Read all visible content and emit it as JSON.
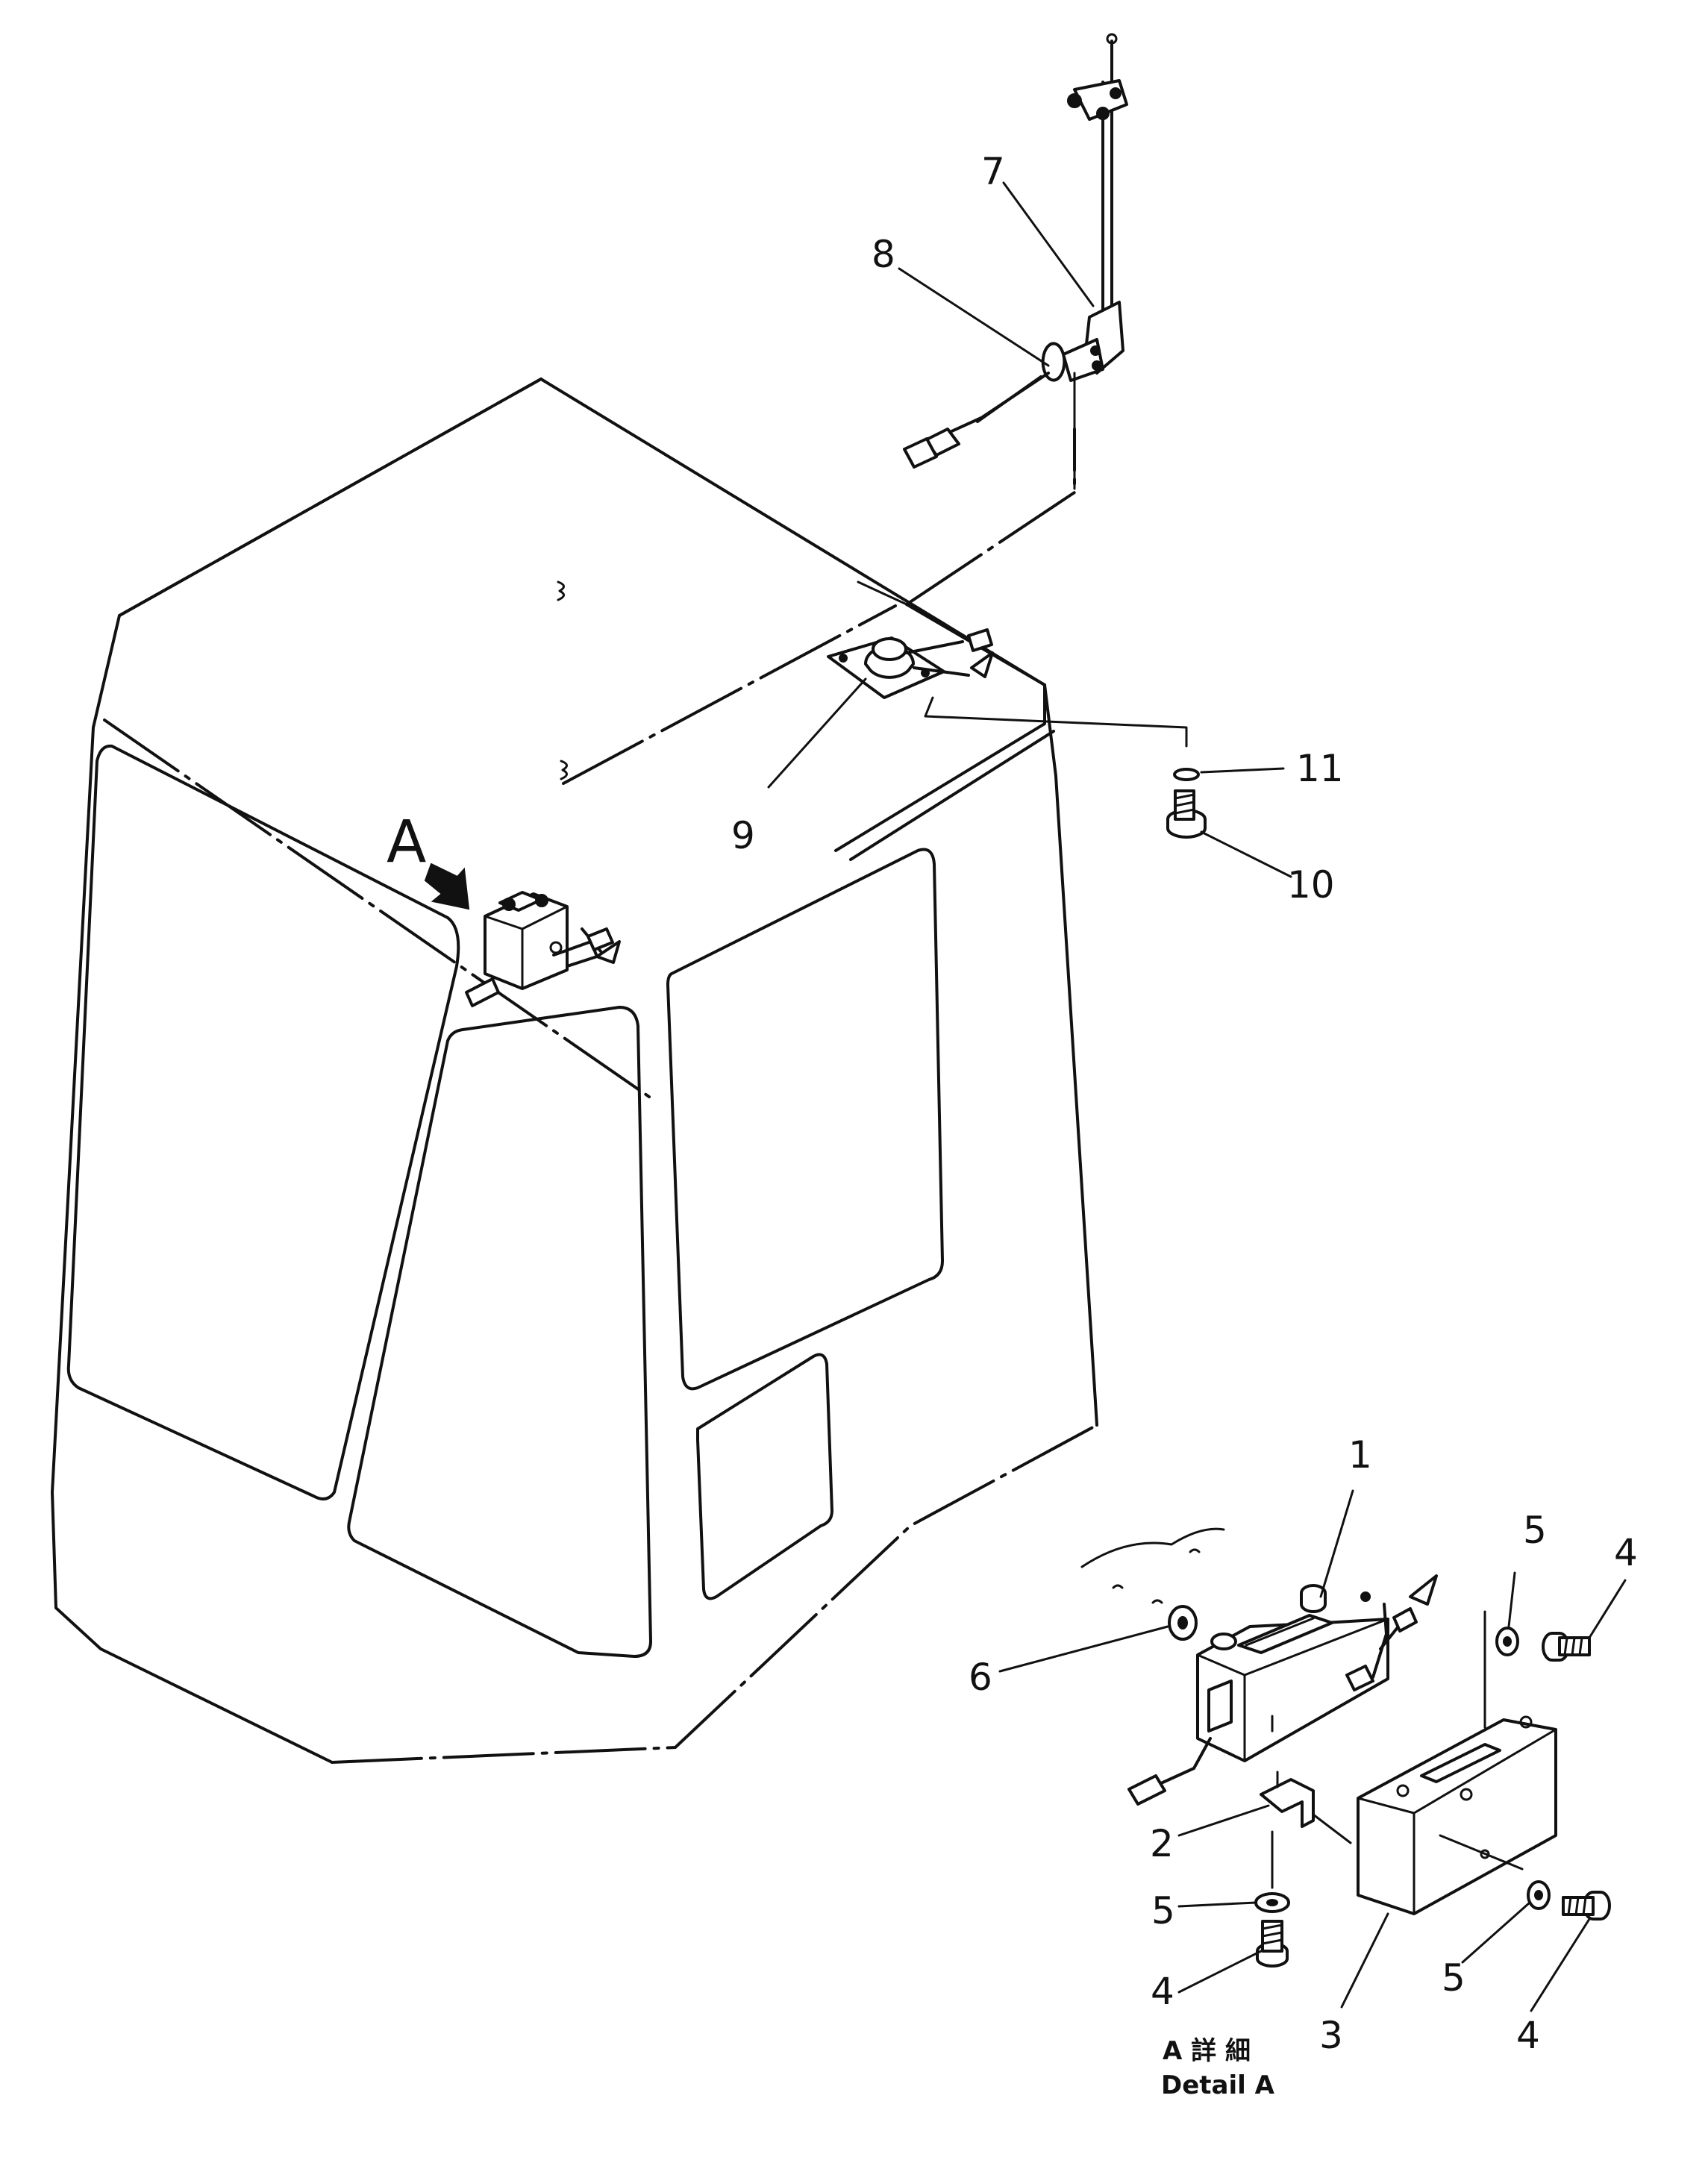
{
  "view_label": "A",
  "callouts": {
    "p1": "1",
    "p2": "2",
    "p3": "3",
    "p4a": "4",
    "p4b": "4",
    "p4c": "4",
    "p5a": "5",
    "p5b": "5",
    "p5c": "5",
    "p6": "6",
    "p7": "7",
    "p8": "8",
    "p9": "9",
    "p10": "10",
    "p11": "11"
  },
  "detail_caption": {
    "japanese": "A 詳 細",
    "english": "Detail A"
  }
}
